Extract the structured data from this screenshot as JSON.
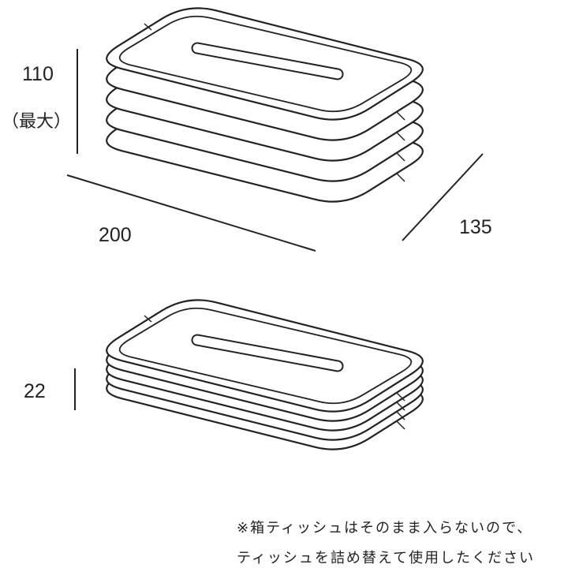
{
  "dimensions": {
    "height_max": "110",
    "height_max_note": "（最大）",
    "width": "200",
    "depth": "135",
    "height_min": "22"
  },
  "note": {
    "line1": "※箱ティッシュはそのまま入らないので、",
    "line2": "ティッシュを詰め替えて使用したください"
  },
  "colors": {
    "line": "#222222",
    "background": "#ffffff"
  }
}
